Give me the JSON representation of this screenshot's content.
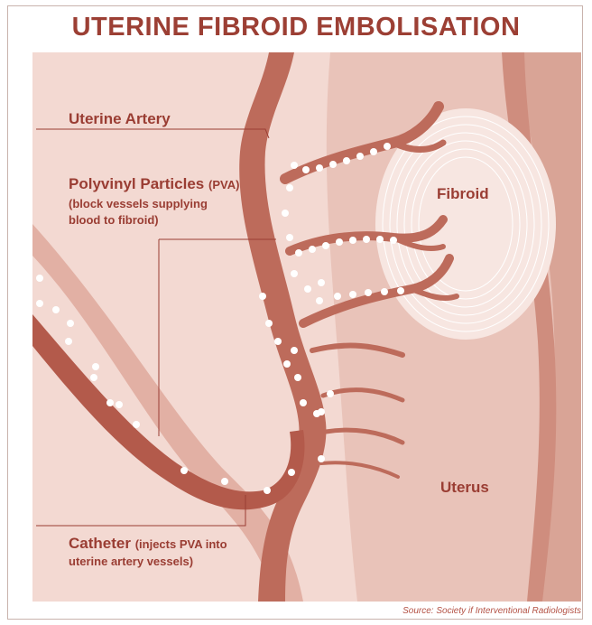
{
  "diagram": {
    "title": "UTERINE FIBROID EMBOLISATION",
    "labels": {
      "uterine_artery": "Uterine Artery",
      "pva_title": "Polyvinyl Particles",
      "pva_abbrev": "(PVA)",
      "pva_desc_1": "(block vessels supplying",
      "pva_desc_2": "blood to fibroid)",
      "fibroid": "Fibroid",
      "uterus": "Uterus",
      "catheter": "Catheter",
      "catheter_desc_1": "(injects PVA into",
      "catheter_desc_2": "uterine artery vessels)"
    },
    "source": "Source: Society if Interventional Radiologists",
    "colors": {
      "background": "#f3d9d2",
      "tissue_light": "#e7bfb5",
      "tissue_mid": "#d59a8c",
      "vessel": "#bd6b5b",
      "vessel_dark": "#a54d3f",
      "title": "#9c3f34"
    }
  }
}
